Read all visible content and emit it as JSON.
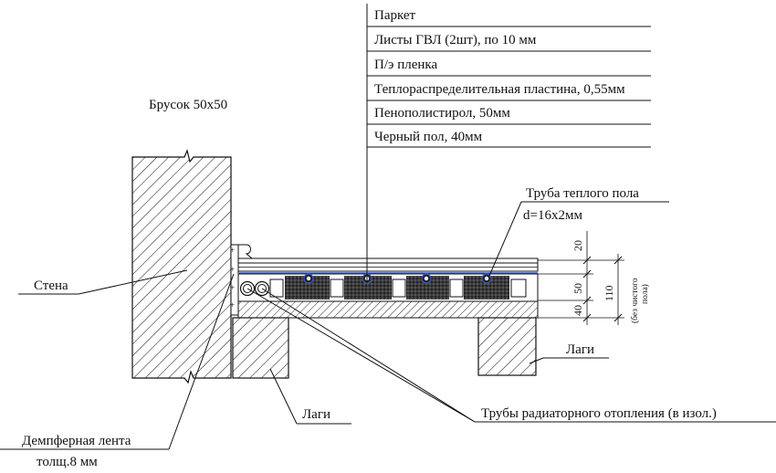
{
  "layers": {
    "parquet": "Паркет",
    "gvl": "Листы ГВЛ (2шт), по 10 мм",
    "pe_film": "П/э пленка",
    "heat_plate": "Теплораспределительная пластина, 0,55мм",
    "eps": "Пенополистирол, 50мм",
    "subfloor": "Черный пол,  40мм"
  },
  "labels": {
    "bar": "Брусок 50х50",
    "wall": "Стена",
    "pipe_title": "Труба теплого пола",
    "pipe_size": "d=16х2мм",
    "joist_right": "Лаги",
    "joist_left": "Лаги",
    "radiator_pipes": "Трубы радиаторного отопления (в изол.)",
    "damper_line1": "Демпферная лента",
    "damper_line2": "толщ.8 мм"
  },
  "dimensions": {
    "d20": "20",
    "d50": "50",
    "d40": "40",
    "d110": "110",
    "note_line1": "(без чистого",
    "note_line2": "пола)"
  },
  "colors": {
    "line": "#111111",
    "pipe_fill": "#1a1a1a",
    "plate": "#3a5fcf"
  }
}
